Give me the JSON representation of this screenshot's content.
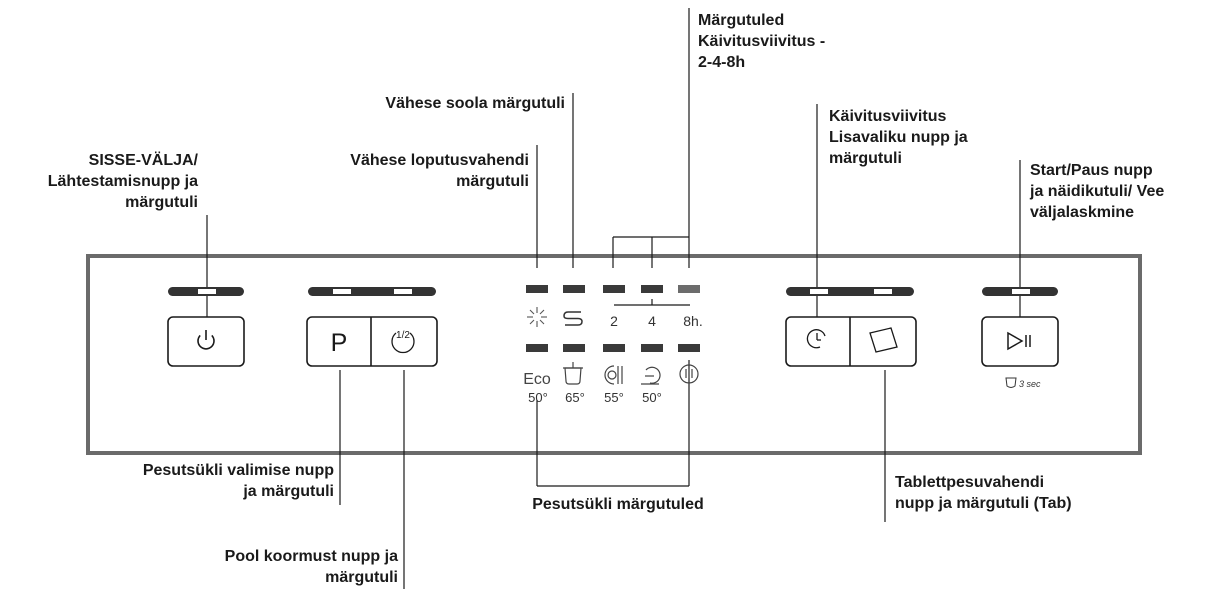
{
  "labels": {
    "power": [
      "SISSE-VÄLJA/",
      "Lähtestamisnupp ja",
      "märgutuli"
    ],
    "rinse_aid": [
      "Vähese loputusvahendi",
      "märgutuli"
    ],
    "salt": "Vähese soola märgutuli",
    "delay_lights": [
      "Märgutuled",
      "Käivitusviivitus -",
      "2-4-8h"
    ],
    "delay_button": [
      "Käivitusviivitus",
      "Lisavaliku nupp ja",
      "märgutuli"
    ],
    "start_pause": [
      "Start/Paus nupp",
      "ja näidikutuli/ Vee",
      "väljalaskmine"
    ],
    "program_select": [
      "Pesutsükli valimise nupp",
      "ja märgutuli"
    ],
    "cycle_lights": "Pesutsükli märgutuled",
    "tablet": [
      "Tablettpesuvahendi",
      "nupp ja märgutuli (Tab)"
    ],
    "half_load": [
      "Pool koormust nupp ja",
      "märgutuli"
    ]
  },
  "panel": {
    "delay_hours": [
      "2",
      "4",
      "8h."
    ],
    "program_button": "P",
    "half_load_icon_text": "1/2",
    "hold_text": "3 sec",
    "cycles": [
      {
        "icon": "Eco",
        "temp": "50°"
      },
      {
        "icon": "pot-icon",
        "temp": "65°"
      },
      {
        "icon": "plate-cutlery-icon",
        "temp": "55°"
      },
      {
        "icon": "quick-wash-icon",
        "temp": "50°"
      },
      {
        "icon": "prewash-icon",
        "temp": ""
      }
    ]
  }
}
